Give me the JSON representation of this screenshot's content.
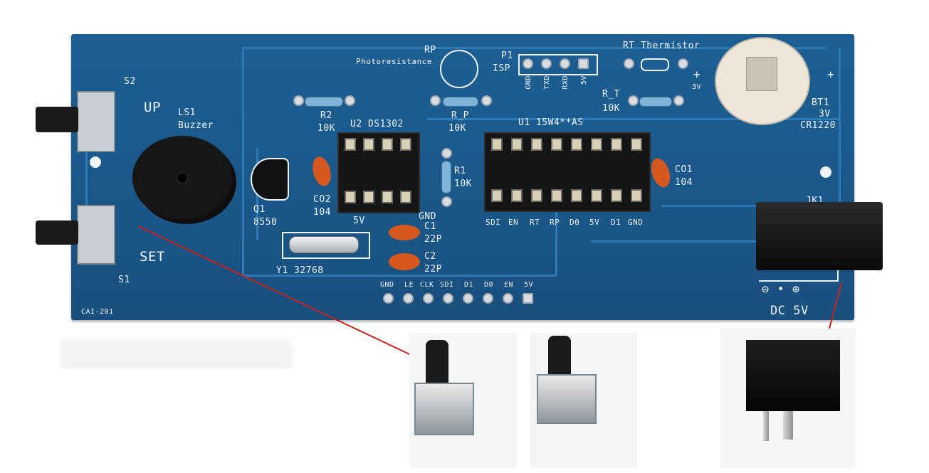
{
  "board": {
    "model": "CAI-201",
    "components": {
      "s2": "S2",
      "up": "UP",
      "ls1": "LS1",
      "buzzer": "Buzzer",
      "s1": "S1",
      "set": "SET",
      "rp": "RP",
      "photoresistance": "Photoresistance",
      "p1": "P1",
      "isp": "ISP",
      "isp_pins": [
        "GND",
        "TXD",
        "RXD",
        "5V"
      ],
      "rt_thermistor": "RT  Thermistor",
      "r_t": "R_T",
      "r_t_val": "10K",
      "bt1": "BT1",
      "bt1_v": "3V",
      "bt1_model": "CR1220",
      "plus_left": "+",
      "plus_left_v": "3V",
      "plus_right": "+",
      "r2": "R2",
      "r2_val": "10K",
      "u2": "U2  DS1302",
      "r_p": "R_P",
      "r_p_val": "10K",
      "u1": "U1  15W4**AS",
      "r1": "R1",
      "r1_val": "10K",
      "co1": "CO1",
      "co1_val": "104",
      "co2": "CO2",
      "co2_val": "104",
      "q1": "Q1",
      "q1_val": "8550",
      "u2_5v": "5V",
      "u2_gnd": "GND",
      "c1": "C1",
      "c1_val": "22P",
      "c2": "C2",
      "c2_val": "22P",
      "y1": "Y1  32768",
      "u1_pins": [
        "SDI",
        "EN",
        "RT",
        "RP",
        "D0",
        "5V",
        "D1",
        "GND"
      ],
      "header_pins": [
        "GND",
        "LE",
        "CLK",
        "SDI",
        "D1",
        "D0",
        "EN",
        "5V"
      ],
      "jk1": "JK1",
      "dc_label": "DC  5V",
      "polarity": "⊖ • ⊕"
    }
  },
  "colors": {
    "pcb": "#1a5789",
    "silkscreen": "#eef4ff",
    "trace": "#2d7ab8",
    "capacitor": "#d5581e",
    "pointer_line": "#c8221e"
  }
}
